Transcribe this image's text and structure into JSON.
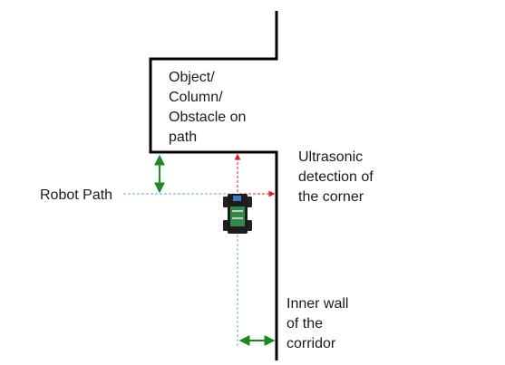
{
  "labels": {
    "obstacle": [
      "Object/",
      "Column/",
      "Obstacle on",
      "path"
    ],
    "ultrasonic": [
      "Ultrasonic",
      "detection of",
      "the corner"
    ],
    "robot_path": "Robot Path",
    "inner_wall": [
      "Inner wall",
      "of the",
      "corridor"
    ]
  },
  "colors": {
    "wall": "#000000",
    "path_line": "#5bb0e0",
    "ultrasonic_ray": "#e02020",
    "distance_marker": "#1a8a1a"
  },
  "icons": {
    "robot": "robot-car-icon"
  }
}
